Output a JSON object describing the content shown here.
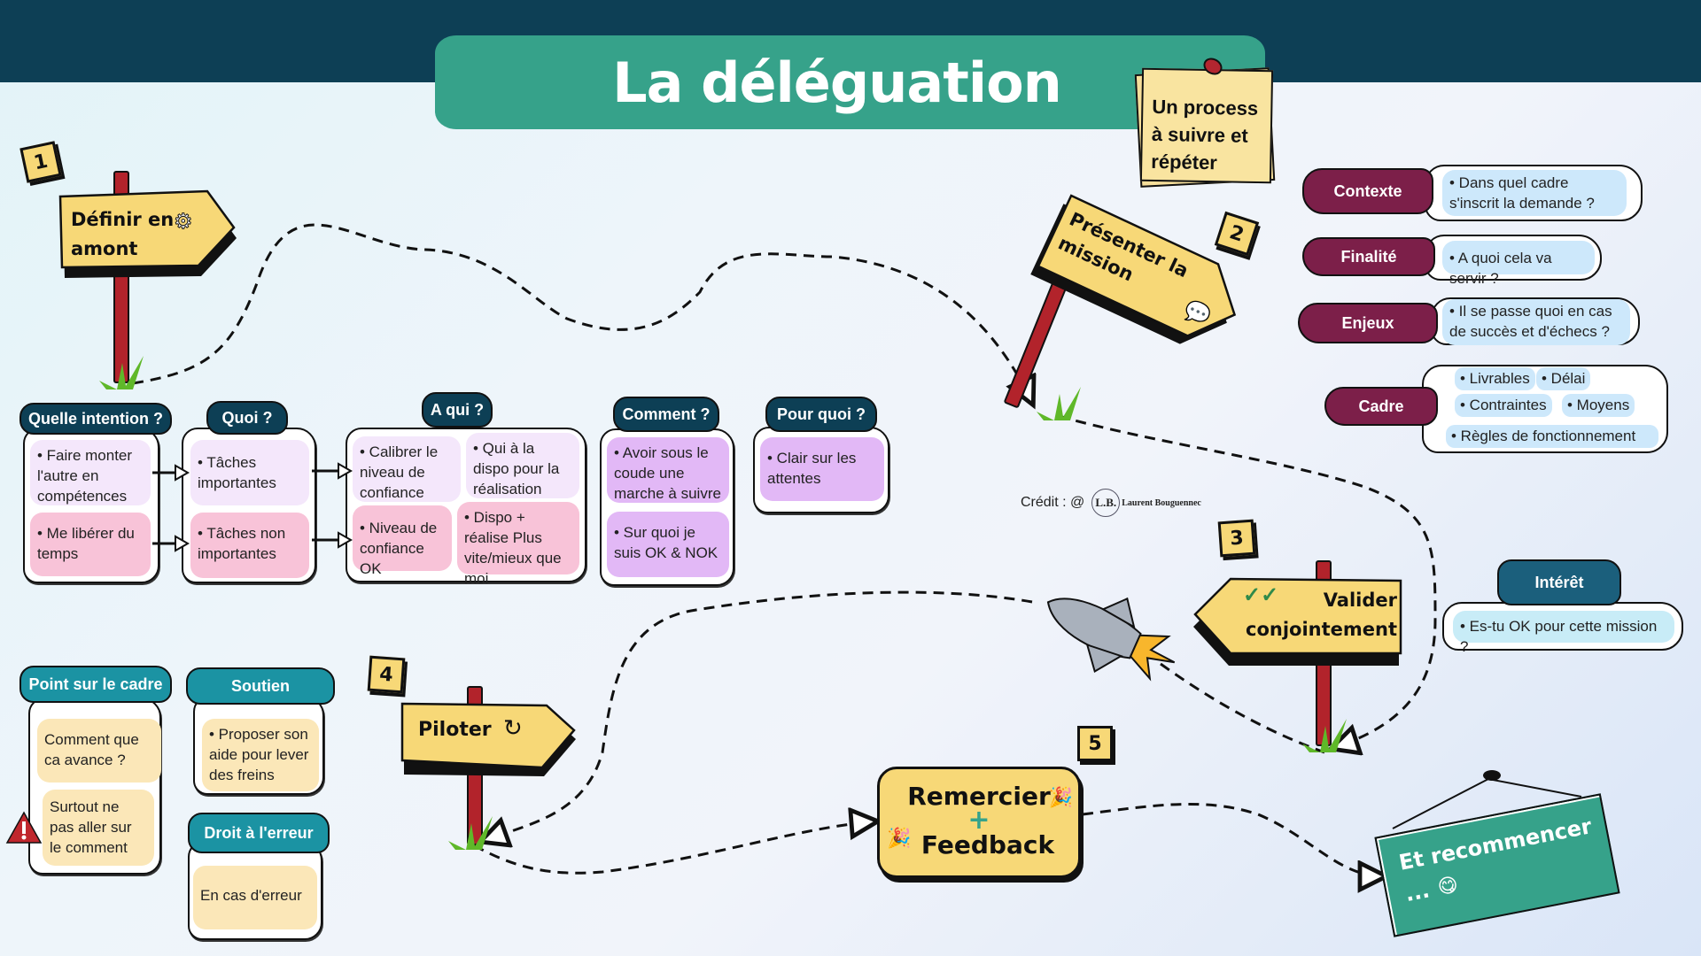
{
  "title": "La déléguation",
  "sticky_note": "Un process à suivre et répéter",
  "credit": {
    "prefix": "Crédit : @",
    "logo": "L.B.",
    "author": "Laurent Bouguennec"
  },
  "steps": [
    {
      "number": "1",
      "label": "Définir en amont",
      "icon": "gears-icon"
    },
    {
      "number": "2",
      "label": "Présenter la mission",
      "icon": "speech-bubbles-icon"
    },
    {
      "number": "3",
      "label": "Valider conjointement",
      "icon": "double-check-icon"
    },
    {
      "number": "4",
      "label": "Piloter",
      "icon": "cycle-arrows-icon"
    },
    {
      "number": "5",
      "label_line1": "Remercier",
      "plus": "+",
      "label_line2": "Feedback",
      "icon": "party-popper-icon"
    }
  ],
  "define": {
    "quelle_intention": {
      "title": "Quelle intention ?",
      "items": [
        "• Faire monter l'autre en compétences",
        "• Me libérer du temps"
      ]
    },
    "quoi": {
      "title": "Quoi ?",
      "items": [
        "• Tâches importantes",
        "• Tâches non importantes"
      ]
    },
    "a_qui": {
      "title": "A qui ?",
      "items": [
        "• Calibrer le niveau de confiance",
        "• Qui à la dispo pour la réalisation",
        "• Niveau de confiance OK",
        "• Dispo + réalise Plus vite/mieux que moi"
      ]
    },
    "comment": {
      "title": "Comment ?",
      "items": [
        "• Avoir sous le coude une marche à suivre",
        "• Sur quoi je suis OK & NOK"
      ]
    },
    "pour_quoi": {
      "title": "Pour quoi ?",
      "items": [
        "• Clair sur les attentes"
      ]
    }
  },
  "mission": {
    "contexte": {
      "label": "Contexte",
      "text": "• Dans quel cadre s'inscrit la demande ?"
    },
    "finalite": {
      "label": "Finalité",
      "text": "• A quoi cela va servir ?"
    },
    "enjeux": {
      "label": "Enjeux",
      "text": "• Il se passe quoi en cas de succès et d'échecs ?"
    },
    "cadre": {
      "label": "Cadre",
      "chips": [
        "• Livrables",
        "• Délai",
        "• Contraintes",
        "• Moyens",
        "• Règles de fonctionnement"
      ]
    }
  },
  "validate": {
    "interet": {
      "title": "Intérêt",
      "text": "• Es-tu OK pour cette mission ?"
    }
  },
  "pilot": {
    "point_cadre": {
      "title": "Point sur le cadre",
      "items": [
        "Comment que ca avance ?",
        "Surtout ne pas aller sur le comment"
      ],
      "warning_icon": "warning-icon"
    },
    "soutien": {
      "title": "Soutien",
      "items": [
        "• Proposer son aide pour lever des freins"
      ]
    },
    "droit_erreur": {
      "title": "Droit à l'erreur",
      "items": [
        "En cas d'erreur"
      ]
    }
  },
  "final": {
    "line1": "Et recommencer",
    "line2": "...",
    "emoji": "😋"
  },
  "colors": {
    "header": "#0d3f55",
    "title_pill": "#36a28a",
    "sign_yellow": "#f7d877",
    "post_red": "#b2232b",
    "maroon": "#7c1f49",
    "teal": "#1b93a3"
  }
}
